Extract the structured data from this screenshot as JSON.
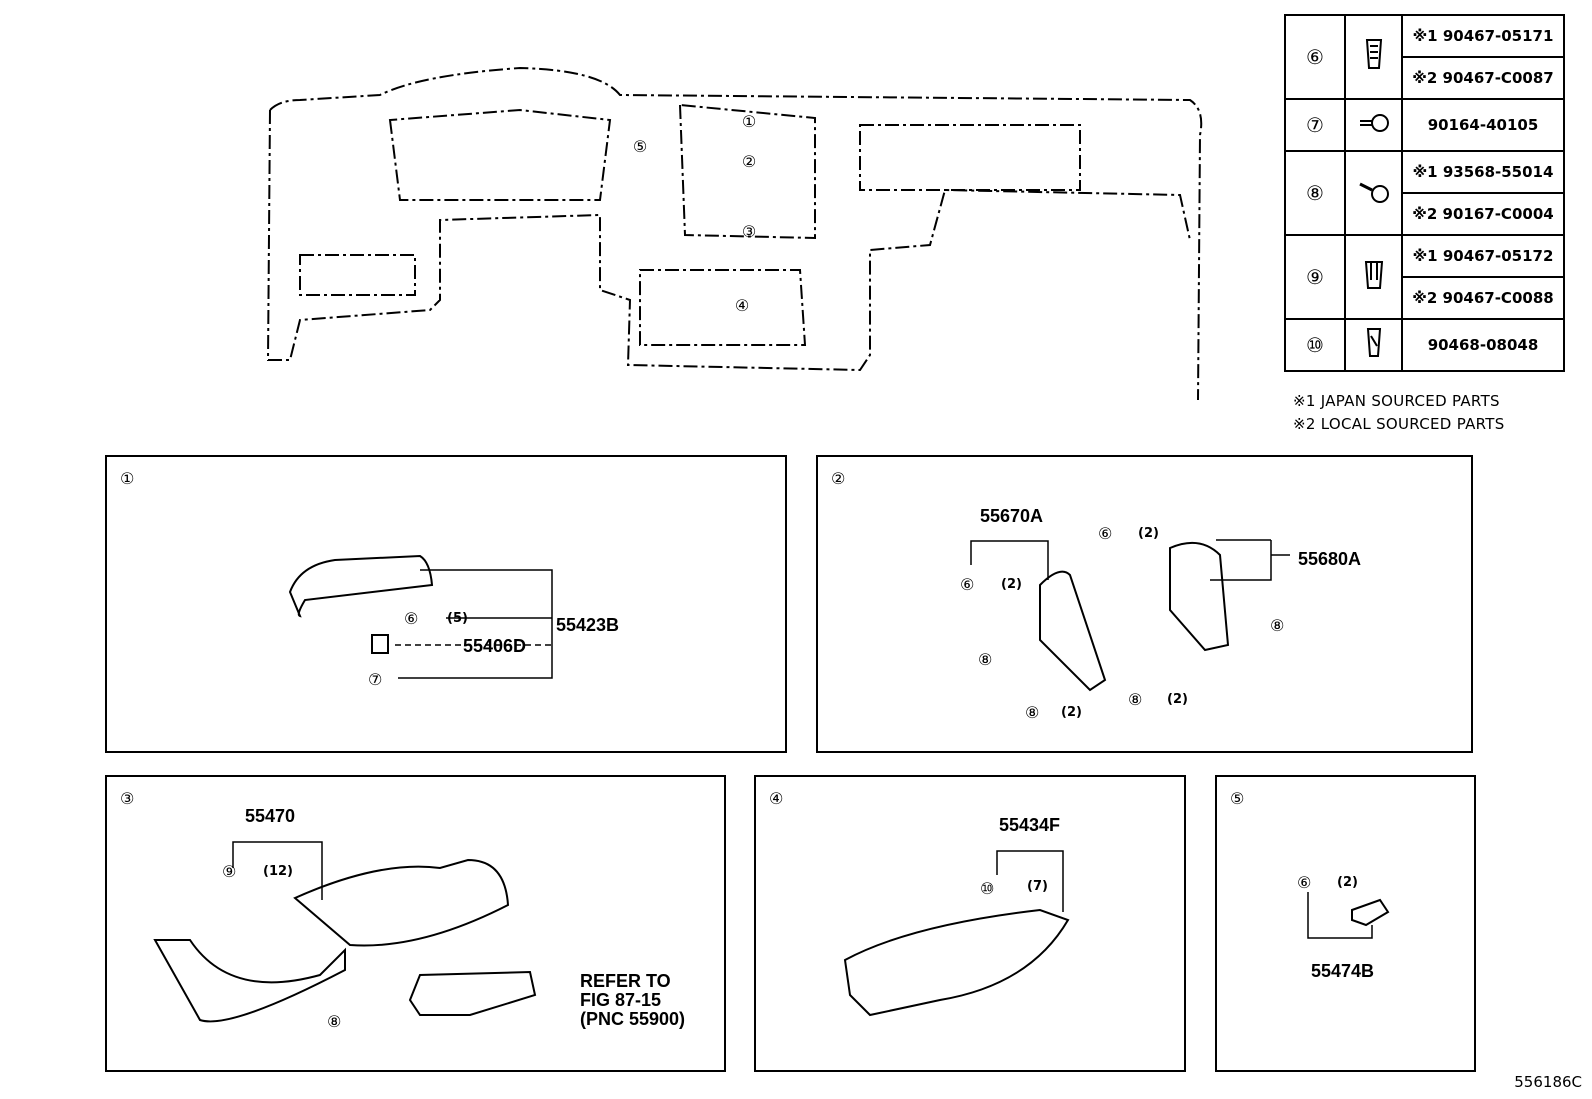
{
  "table": [
    {
      "num": "⑥",
      "icon": "clip-icon",
      "rows": [
        "※1 90467-05171",
        "※2 90467-C0087"
      ]
    },
    {
      "num": "⑦",
      "icon": "screw-icon",
      "rows": [
        "90164-40105"
      ]
    },
    {
      "num": "⑧",
      "icon": "screw-icon",
      "rows": [
        "※1 93568-55014",
        "※2 90167-C0004"
      ]
    },
    {
      "num": "⑨",
      "icon": "clip-icon",
      "rows": [
        "※1 90467-05172",
        "※2 90467-C0088"
      ]
    },
    {
      "num": "⑩",
      "icon": "clip-icon",
      "rows": [
        "90468-08048"
      ]
    }
  ],
  "notes": [
    "※1 JAPAN SOURCED PARTS",
    "※2 LOCAL SOURCED PARTS"
  ],
  "overview_labels": [
    "①",
    "②",
    "③",
    "④",
    "⑤"
  ],
  "panels": {
    "p1": {
      "tag": "①",
      "parts": {
        "a": "55423B",
        "b": "55406D"
      },
      "callouts": {
        "c6": "⑥",
        "q6": "(5)",
        "c7": "⑦"
      }
    },
    "p2": {
      "tag": "②",
      "parts": {
        "a": "55670A",
        "b": "55680A"
      },
      "callouts": {
        "c6a": "⑥",
        "q6a": "(2)",
        "c6b": "⑥",
        "q6b": "(2)",
        "c8a": "⑧",
        "c8b": "⑧",
        "q8b": "(2)",
        "c8c": "⑧",
        "q8c": "(2)",
        "c8d": "⑧"
      }
    },
    "p3": {
      "tag": "③",
      "parts": {
        "a": "55470"
      },
      "callouts": {
        "c9": "⑨",
        "q9": "(12)",
        "c8": "⑧"
      },
      "refer": [
        "REFER TO",
        "FIG 87-15",
        "(PNC 55900)"
      ]
    },
    "p4": {
      "tag": "④",
      "parts": {
        "a": "55434F"
      },
      "callouts": {
        "c10": "⑩",
        "q10": "(7)"
      }
    },
    "p5": {
      "tag": "⑤",
      "parts": {
        "a": "55474B"
      },
      "callouts": {
        "c6": "⑥",
        "q6": "(2)"
      }
    }
  },
  "ref_code": "556186C"
}
